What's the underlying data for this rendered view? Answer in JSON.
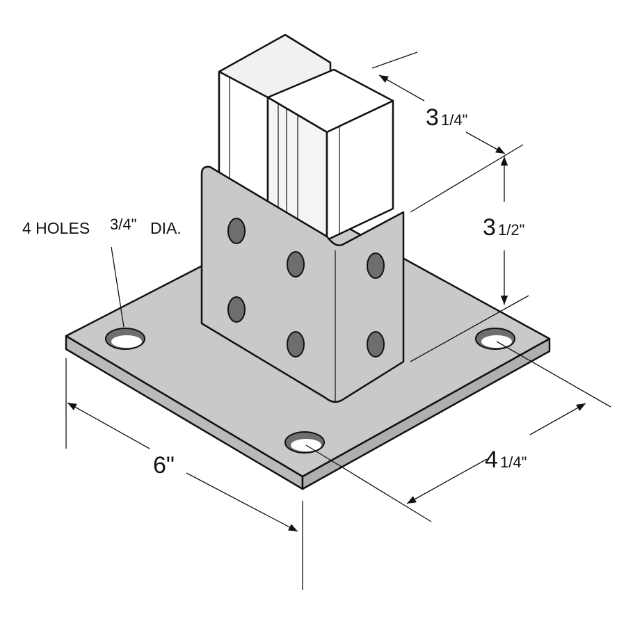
{
  "title": "Two-channel post base drawing",
  "labels": {
    "holes_prefix": "4 HOLES",
    "holes_fraction": "3/4\"",
    "holes_suffix": "DIA.",
    "dim_width_whole": "3",
    "dim_width_frac": "1/4\"",
    "dim_height_whole": "3",
    "dim_height_frac": "1/2\"",
    "dim_base_length": "6\"",
    "dim_hole_spacing_whole": "4",
    "dim_hole_spacing_frac": "1/4\""
  },
  "colors": {
    "plate": "#c8c9cb",
    "line": "#111111",
    "channel": "#ffffff",
    "hole": "#6e6e6e"
  }
}
